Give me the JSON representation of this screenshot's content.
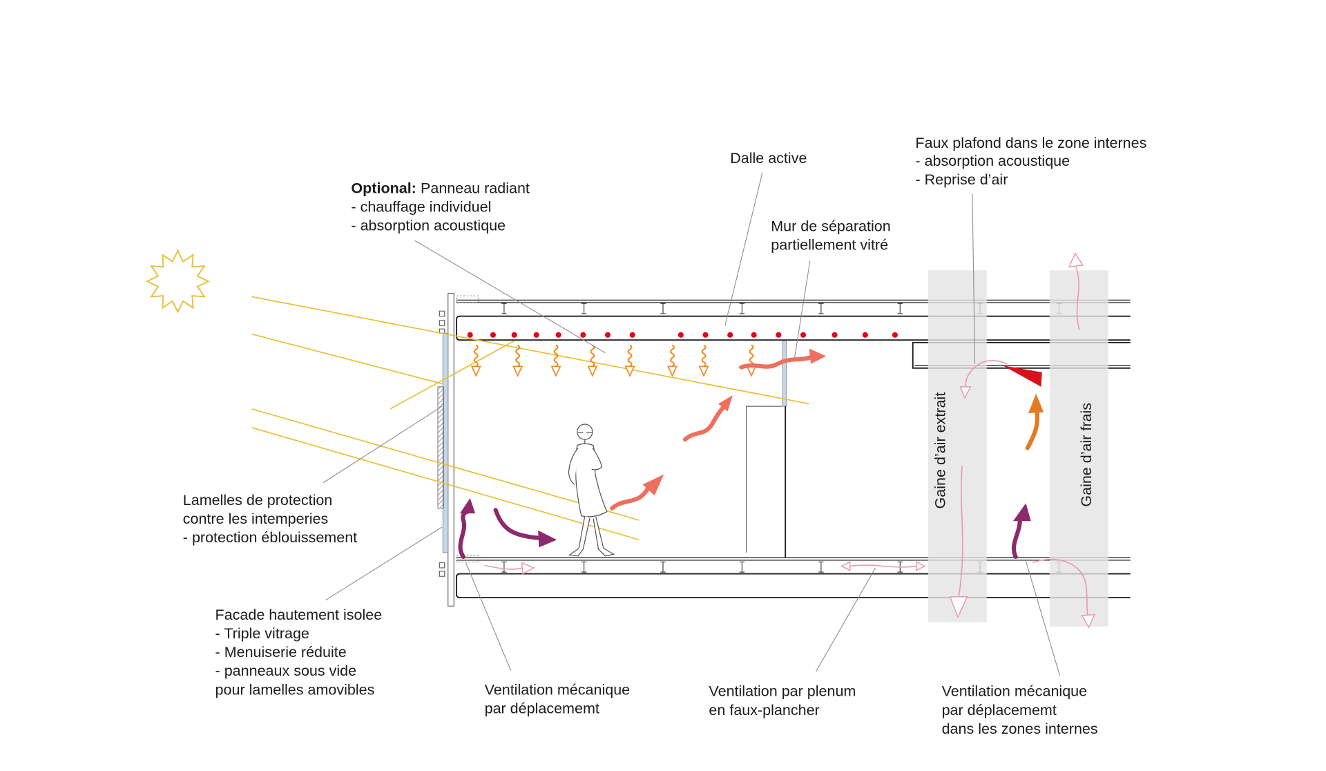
{
  "labels": {
    "dalle_active": "Dalle active",
    "faux_plafond": [
      "Faux plafond dans le zone internes",
      "- absorption acoustique",
      "- Reprise d’air"
    ],
    "panneau_radiant": {
      "bold": "Optional:",
      "title": "Panneau radiant",
      "lines": [
        "- chauffage individuel",
        "- absorption acoustique"
      ]
    },
    "mur_separation": [
      "Mur de séparation",
      "partiellement vitré"
    ],
    "lamelles": [
      "Lamelles de protection",
      "contre les intemperies",
      "- protection éblouissement"
    ],
    "facade": [
      "Facade hautement isolee",
      "- Triple vitrage",
      "- Menuiserie réduite",
      "- panneaux sous vide",
      "pour lamelles amovibles"
    ],
    "ventilation_mecanique": [
      "Ventilation mécanique",
      "par déplacememt"
    ],
    "ventilation_plenum": [
      "Ventilation par plenum",
      "en faux-plancher"
    ],
    "ventilation_zones_internes": [
      "Ventilation mécanique",
      "par déplacememt",
      "dans les zones internes"
    ],
    "gaine_extrait": "Gaine d’air extrait",
    "gaine_frais": "Gaine d’air frais"
  },
  "colors": {
    "sun": "#e8c03a",
    "radiant": "#f08a1c",
    "slab_tubes": "#e0061c",
    "air_purple": "#8c2b6b",
    "air_salmon": "#ef6f5e",
    "air_orange": "#e57a25",
    "diffuser": "#d8121c",
    "air_extract": "#e99aa8",
    "duct": "#e4e4e4",
    "glass": "#c9d7e4"
  }
}
